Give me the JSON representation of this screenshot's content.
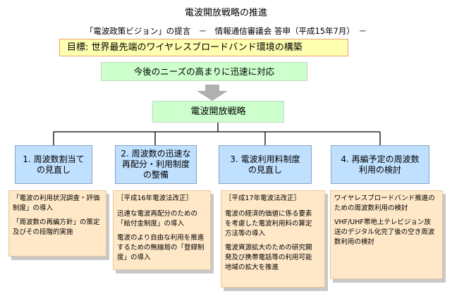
{
  "header": {
    "title": "電波開放戦略の推進",
    "subtitle": "「電波政策ビジョン」の提言　－　情報通信審議会 答申（平成15年7月）　－"
  },
  "goal": "目標: 世界最先端のワイヤレスブロードバンド環境の構築",
  "need": "今後のニーズの高まりに迅速に対応",
  "strategy": "電波開放戦略",
  "pillars": [
    {
      "label": "1. 周波数割当て\nの見直し",
      "items": [
        "「電波の利用状況調査・評価\n制度」の導入",
        "「周波数の再編方針」の策定\n及びその段階的実施"
      ]
    },
    {
      "label": "2. 周波数の迅速な\n再配分・利用制度\nの整備",
      "header": "［平成16年電波法改正］",
      "items": [
        "迅速な電波再配分のための\n「給付金制度」の導入",
        "電波のより自由な利用を推進\nするための無線局の「登録制\n度」の導入"
      ]
    },
    {
      "label": "3. 電波利用料制度\nの見直し",
      "header": "［平成17年電波法改正］",
      "items": [
        "電波の経済的価値に係る要素\nを考慮した電波利用料の算定\n方法等の導入",
        "電波資源拡大のための研究開\n発及び携帯電話等の利用可能\n地域の拡大を推進"
      ]
    },
    {
      "label": "4. 再編予定の周波数\n利用の検討",
      "items": [
        "ワイヤレスブロードバンド推進の\nための周波数利用の検討",
        "VHF/UHF帯地上テレビジョン放\n送のデジタル化完了後の空き周波\n数利用の検討"
      ]
    }
  ]
}
